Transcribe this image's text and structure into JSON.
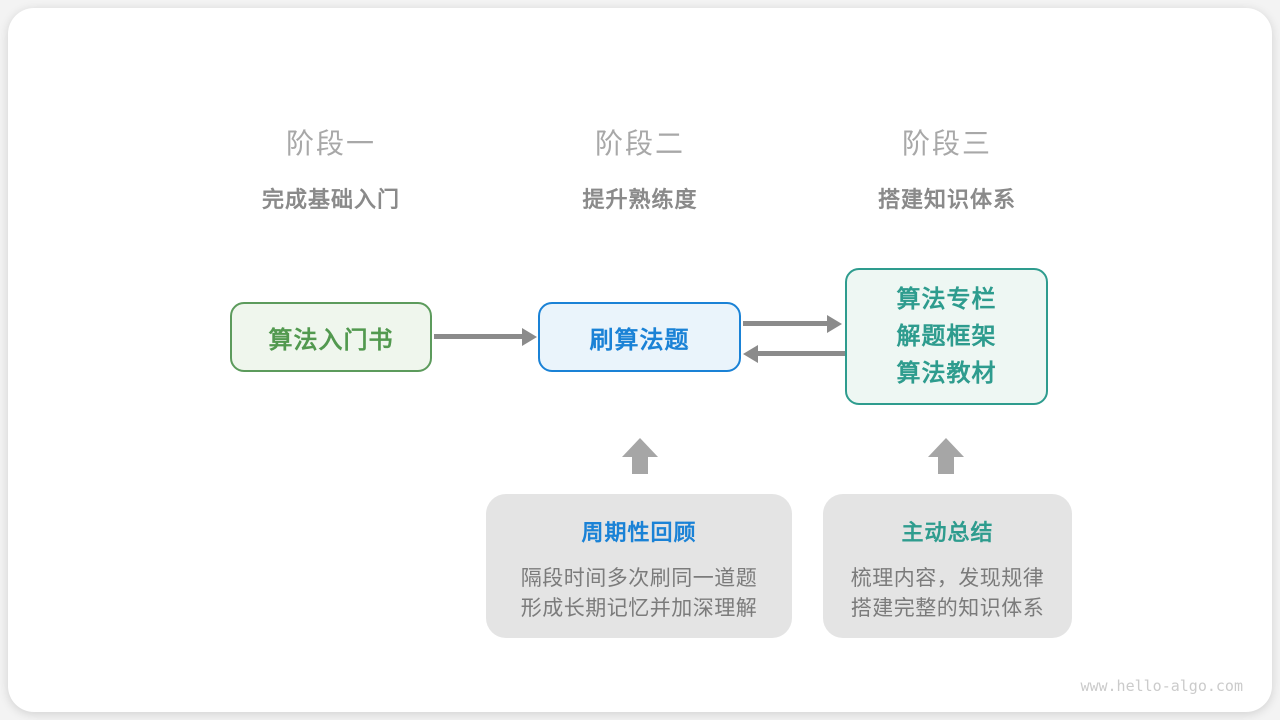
{
  "page": {
    "watermark": "www.hello-algo.com"
  },
  "stages": [
    {
      "title": "阶段一",
      "subtitle": "完成基础入门"
    },
    {
      "title": "阶段二",
      "subtitle": "提升熟练度"
    },
    {
      "title": "阶段三",
      "subtitle": "搭建知识体系"
    }
  ],
  "nodes": {
    "intro_book": {
      "label": "算法入门书"
    },
    "practice": {
      "label": "刷算法题"
    },
    "resources": {
      "lines": [
        "算法专栏",
        "解题框架",
        "算法教材"
      ]
    }
  },
  "notes": [
    {
      "title": "周期性回顾",
      "body_lines": [
        "隔段时间多次刷同一道题",
        "形成长期记忆并加深理解"
      ]
    },
    {
      "title": "主动总结",
      "body_lines": [
        "梳理内容，发现规律",
        "搭建完整的知识体系"
      ]
    }
  ],
  "colors": {
    "green_node": "#52994f",
    "blue_node": "#1a82d6",
    "teal_node": "#2e9c8e",
    "arrow_gray": "#8b8b8b",
    "up_arrow_gray": "#a6a6a6",
    "note_background": "#e4e4e4",
    "stage_title_gray": "#a8a8a8",
    "stage_subtitle_gray": "#8a8a8a",
    "note_body_gray": "#7b7b7b"
  }
}
